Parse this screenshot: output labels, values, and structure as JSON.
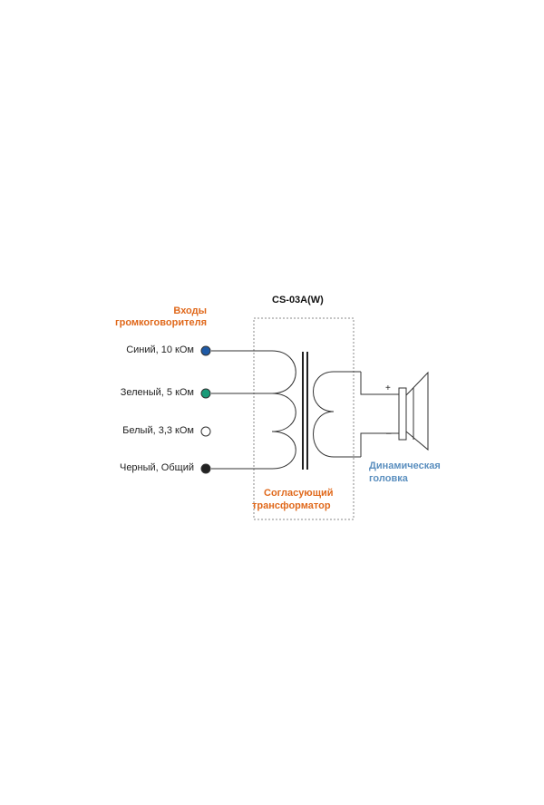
{
  "title": "CS-03A(W)",
  "inputs_heading": [
    "Входы",
    "громкоговорителя"
  ],
  "inputs": [
    {
      "label": "Синий, 10 кОм",
      "color": "#1f5aa6"
    },
    {
      "label": "Зеленый, 5 кОм",
      "color": "#1a9a78"
    },
    {
      "label": "Белый, 3,3 кОм",
      "color": "#ffffff"
    },
    {
      "label": "Черный, Общий",
      "color": "#222222"
    }
  ],
  "transformer_label": [
    "Согласующий",
    "трансформатор"
  ],
  "speaker_label": [
    "Динамическая",
    "головка"
  ],
  "polarity": {
    "plus": "+",
    "minus": "–"
  },
  "colors": {
    "accent_orange": "#e0691c",
    "accent_blue": "#5b8fbf",
    "wire": "#333333"
  }
}
